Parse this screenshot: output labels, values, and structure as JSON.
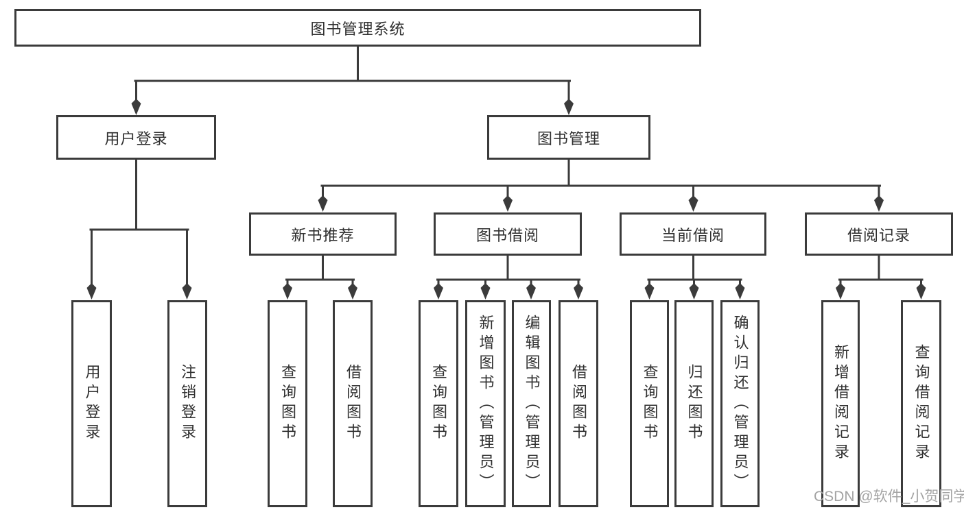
{
  "colors": {
    "line": "#3b3b3b",
    "text": "#303030",
    "watermark": "#a3a3a3",
    "background": "#ffffff"
  },
  "watermark": {
    "text": "CSDN @软件_小贺同学"
  },
  "tree": {
    "root": {
      "label": "图书管理系统",
      "children": [
        {
          "label": "用户登录",
          "children": [
            {
              "label": "用户登录"
            },
            {
              "label": "注销登录"
            }
          ]
        },
        {
          "label": "图书管理",
          "children": [
            {
              "label": "新书推荐",
              "children": [
                {
                  "label": "查询图书"
                },
                {
                  "label": "借阅图书"
                }
              ]
            },
            {
              "label": "图书借阅",
              "children": [
                {
                  "label": "查询图书"
                },
                {
                  "label": "新增图书（管理员）"
                },
                {
                  "label": "编辑图书（管理员）"
                },
                {
                  "label": "借阅图书"
                }
              ]
            },
            {
              "label": "当前借阅",
              "children": [
                {
                  "label": "查询图书"
                },
                {
                  "label": "归还图书"
                },
                {
                  "label": "确认归还（管理员）"
                }
              ]
            },
            {
              "label": "借阅记录",
              "children": [
                {
                  "label": "新增借阅记录"
                },
                {
                  "label": "查询借阅记录"
                }
              ]
            }
          ]
        }
      ]
    }
  }
}
